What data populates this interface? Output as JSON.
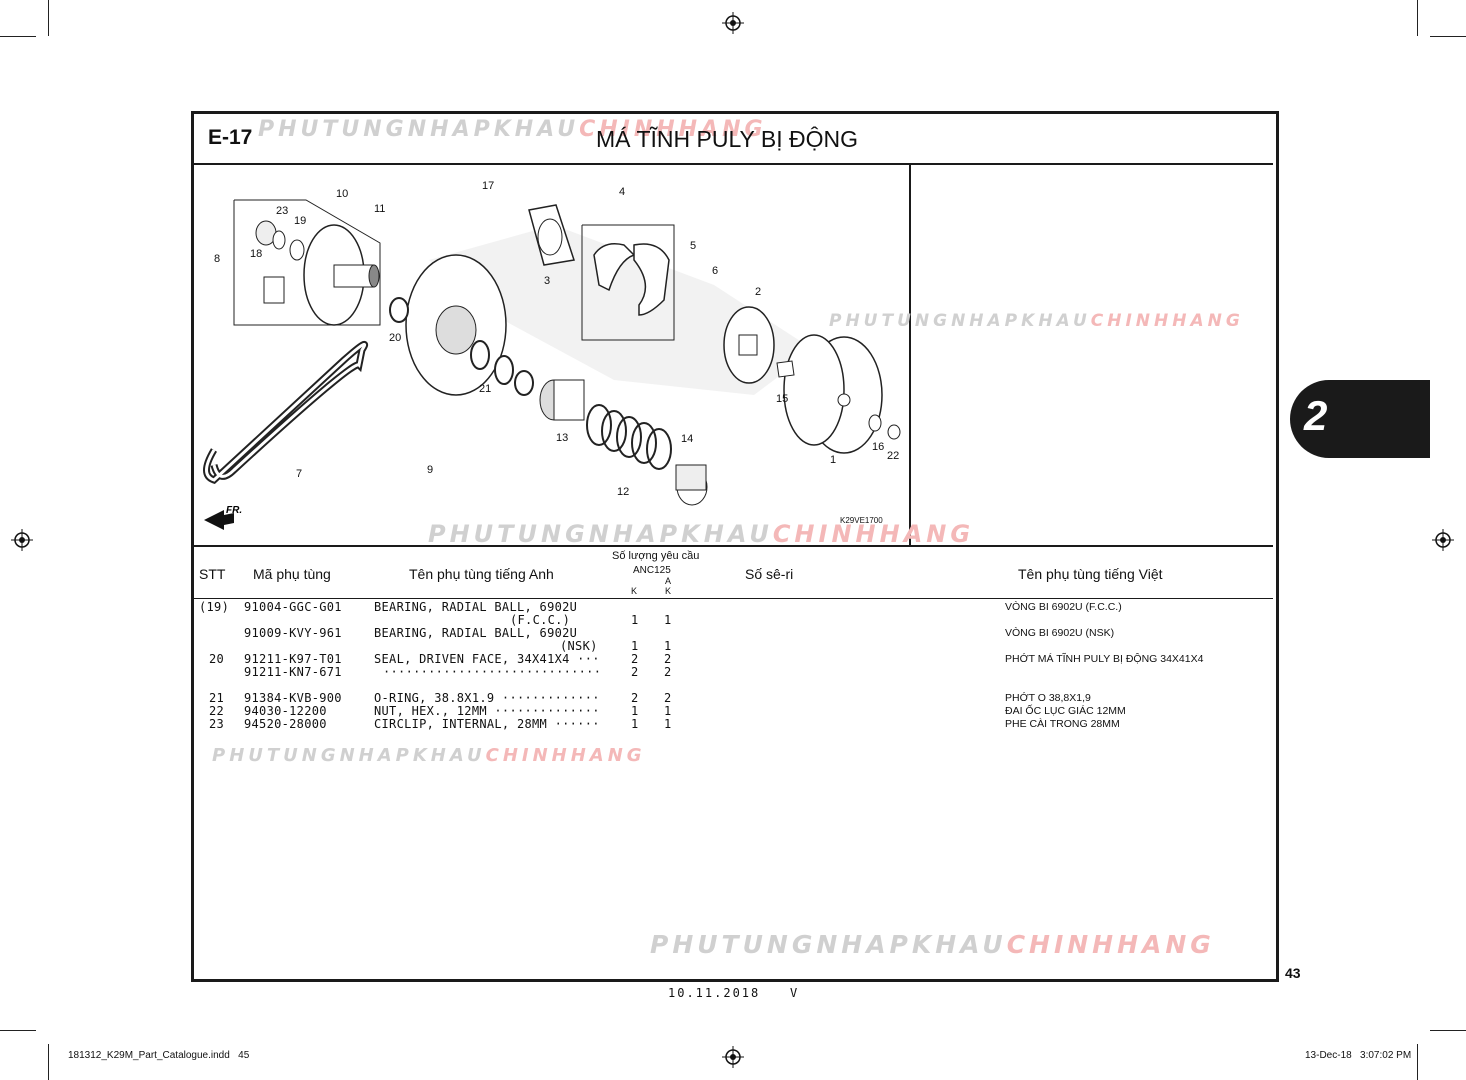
{
  "section": {
    "code": "E-17",
    "title": "MÁ TĨNH PULY BỊ ĐỘNG",
    "chapter_tab": "2",
    "page_number": "43",
    "figure_code": "K29VE1700",
    "fr_label": "FR."
  },
  "watermark_parts": [
    "PHUTUNGNHAPKHAU",
    "CHINHHANG"
  ],
  "diagram_callouts": [
    "1",
    "2",
    "3",
    "4",
    "5",
    "6",
    "7",
    "8",
    "9",
    "10",
    "11",
    "12",
    "13",
    "14",
    "15",
    "16",
    "17",
    "18",
    "19",
    "20",
    "21",
    "22",
    "23"
  ],
  "table": {
    "headers": {
      "stt": "STT",
      "part_no": "Mã phụ tùng",
      "name_en": "Tên phụ tùng tiếng Anh",
      "qty_title": "Số lượng yêu cầu",
      "qty_model": "ANC125",
      "qty_a": "A",
      "qty_k1": "K",
      "qty_k2": "K",
      "serial": "Số sê-ri",
      "name_vn": "Tên phụ tùng tiếng Việt"
    },
    "rows": [
      {
        "stt": "(19)",
        "part_no": "91004-GGC-G01",
        "name_en": "BEARING, RADIAL BALL, 6902U",
        "name_en2": "(F.C.C.)",
        "q1": "1",
        "q2": "1",
        "name_vn": "VÒNG BI 6902U (F.C.C.)"
      },
      {
        "stt": "",
        "part_no": "91009-KVY-961",
        "name_en": "BEARING, RADIAL BALL, 6902U",
        "name_en2": "(NSK)",
        "q1": "1",
        "q2": "1",
        "name_vn": "VÒNG BI 6902U (NSK)"
      },
      {
        "stt": "20",
        "part_no": "91211-K97-T01",
        "name_en": "SEAL, DRIVEN FACE, 34X41X4 ···",
        "q1": "2",
        "q2": "2",
        "name_vn": "PHỚT MÁ TĨNH PULY BỊ ĐỘNG 34X41X4"
      },
      {
        "stt": "",
        "part_no": "91211-KN7-671",
        "name_en": "·····························",
        "q1": "2",
        "q2": "2",
        "name_vn": ""
      },
      {
        "stt": "21",
        "part_no": "91384-KVB-900",
        "name_en": "O-RING, 38.8X1.9 ·············",
        "q1": "2",
        "q2": "2",
        "name_vn": "PHỚT O 38,8X1,9"
      },
      {
        "stt": "22",
        "part_no": "94030-12200",
        "name_en": "NUT, HEX., 12MM ··············",
        "q1": "1",
        "q2": "1",
        "name_vn": "ĐAI ỐC LỤC GIÁC 12MM"
      },
      {
        "stt": "23",
        "part_no": "94520-28000",
        "name_en": "CIRCLIP, INTERNAL, 28MM ······",
        "q1": "1",
        "q2": "1",
        "name_vn": "PHE CÀI TRONG 28MM"
      }
    ]
  },
  "footer": {
    "date": "10.11.2018",
    "version": "V",
    "file": "181312_K29M_Part_Catalogue.indd   45",
    "timestamp": "13-Dec-18   3:07:02 PM"
  }
}
